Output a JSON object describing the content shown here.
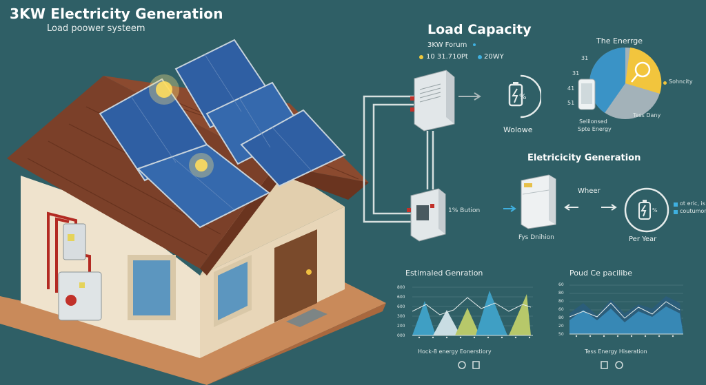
{
  "header": {
    "title": "3KW Electricity Generation",
    "subtitle": "Load poower systeem"
  },
  "load_capacity": {
    "title": "Load Capacity",
    "forum_label": "3KW Forum",
    "spec_line_a": "10 31.710Pt",
    "spec_line_b": "20WY",
    "battery_label": "Wolowe",
    "battery_percent": "%"
  },
  "energy_pie": {
    "title": "The Enerrge",
    "left_ticks": [
      "31",
      "31",
      "41",
      "51"
    ],
    "right_label": "Sohncity",
    "bottom_label": "Tess Dany",
    "left_caption_1": "Selilonsed",
    "left_caption_2": "Spte Energy",
    "colors": {
      "blue": "#3a93c6",
      "yellow": "#f2c53d",
      "grey": "#a3b2b9"
    }
  },
  "generation": {
    "title": "Eletricicity Generation",
    "fridge_label": "Fys Dnihion",
    "wheer_label": "Wheer",
    "per_year_label": "Per Year",
    "side_label_1": "ot eric, is",
    "side_label_2": "coutumon",
    "bution_label": "1% Bution"
  },
  "chart_left": {
    "title": "Estimaled Genration",
    "caption": "Hock-8 energy Eonerstiory",
    "y_ticks": [
      "800",
      "600",
      "600",
      "300",
      "200",
      "000"
    ],
    "colors": {
      "teal": "#3f9fc4",
      "light": "#c9dde3",
      "olive": "#b7c86a"
    }
  },
  "chart_right": {
    "title": "Poud Ce pacilibe",
    "caption": "Tess Energy Hiseration",
    "y_ticks": [
      "60",
      "80",
      "80",
      "60",
      "80",
      "20",
      "50"
    ],
    "colors": {
      "blue": "#3a8fc0",
      "dark": "#2b5d7a"
    }
  }
}
